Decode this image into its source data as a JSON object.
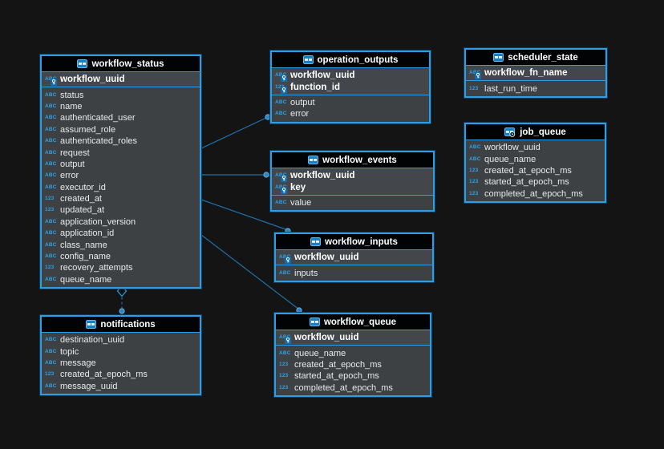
{
  "diagram": {
    "background_color": "#141414",
    "accent_color": "#2d9de4",
    "relation_line_color": "#2170a8",
    "table_header_color": "#020304",
    "row_background_color": "#3d4144"
  },
  "tables": [
    {
      "id": "workflow_status",
      "title": "workflow_status",
      "icon": "table-icon",
      "primary_keys": [
        {
          "name": "workflow_uuid",
          "type": "text"
        }
      ],
      "columns": [
        {
          "name": "status",
          "type": "text"
        },
        {
          "name": "name",
          "type": "text"
        },
        {
          "name": "authenticated_user",
          "type": "text"
        },
        {
          "name": "assumed_role",
          "type": "text"
        },
        {
          "name": "authenticated_roles",
          "type": "text"
        },
        {
          "name": "request",
          "type": "text"
        },
        {
          "name": "output",
          "type": "text"
        },
        {
          "name": "error",
          "type": "text"
        },
        {
          "name": "executor_id",
          "type": "text"
        },
        {
          "name": "created_at",
          "type": "number"
        },
        {
          "name": "updated_at",
          "type": "number"
        },
        {
          "name": "application_version",
          "type": "text"
        },
        {
          "name": "application_id",
          "type": "text"
        },
        {
          "name": "class_name",
          "type": "text"
        },
        {
          "name": "config_name",
          "type": "text"
        },
        {
          "name": "recovery_attempts",
          "type": "number"
        },
        {
          "name": "queue_name",
          "type": "text"
        }
      ]
    },
    {
      "id": "notifications",
      "title": "notifications",
      "icon": "table-icon",
      "primary_keys": [],
      "columns": [
        {
          "name": "destination_uuid",
          "type": "text"
        },
        {
          "name": "topic",
          "type": "text"
        },
        {
          "name": "message",
          "type": "text"
        },
        {
          "name": "created_at_epoch_ms",
          "type": "number"
        },
        {
          "name": "message_uuid",
          "type": "text"
        }
      ]
    },
    {
      "id": "operation_outputs",
      "title": "operation_outputs",
      "icon": "table-icon",
      "primary_keys": [
        {
          "name": "workflow_uuid",
          "type": "text"
        },
        {
          "name": "function_id",
          "type": "number"
        }
      ],
      "columns": [
        {
          "name": "output",
          "type": "text"
        },
        {
          "name": "error",
          "type": "text"
        }
      ]
    },
    {
      "id": "workflow_events",
      "title": "workflow_events",
      "icon": "table-icon",
      "primary_keys": [
        {
          "name": "workflow_uuid",
          "type": "text"
        },
        {
          "name": "key",
          "type": "text"
        }
      ],
      "columns": [
        {
          "name": "value",
          "type": "text"
        }
      ]
    },
    {
      "id": "workflow_inputs",
      "title": "workflow_inputs",
      "icon": "table-icon",
      "primary_keys": [
        {
          "name": "workflow_uuid",
          "type": "text"
        }
      ],
      "columns": [
        {
          "name": "inputs",
          "type": "text"
        }
      ]
    },
    {
      "id": "workflow_queue",
      "title": "workflow_queue",
      "icon": "table-icon",
      "primary_keys": [
        {
          "name": "workflow_uuid",
          "type": "text"
        }
      ],
      "columns": [
        {
          "name": "queue_name",
          "type": "text"
        },
        {
          "name": "created_at_epoch_ms",
          "type": "number"
        },
        {
          "name": "started_at_epoch_ms",
          "type": "number"
        },
        {
          "name": "completed_at_epoch_ms",
          "type": "number"
        }
      ]
    },
    {
      "id": "scheduler_state",
      "title": "scheduler_state",
      "icon": "table-icon",
      "primary_keys": [
        {
          "name": "workflow_fn_name",
          "type": "text"
        }
      ],
      "columns": [
        {
          "name": "last_run_time",
          "type": "number"
        }
      ]
    },
    {
      "id": "job_queue",
      "title": "job_queue",
      "icon": "table-clock-icon",
      "primary_keys": [],
      "columns": [
        {
          "name": "workflow_uuid",
          "type": "text"
        },
        {
          "name": "queue_name",
          "type": "text"
        },
        {
          "name": "created_at_epoch_ms",
          "type": "number"
        },
        {
          "name": "started_at_epoch_ms",
          "type": "number"
        },
        {
          "name": "completed_at_epoch_ms",
          "type": "number"
        }
      ]
    }
  ],
  "relations": [
    {
      "from": "workflow_status",
      "to": "operation_outputs",
      "style": "solid"
    },
    {
      "from": "workflow_status",
      "to": "workflow_events",
      "style": "solid"
    },
    {
      "from": "workflow_status",
      "to": "workflow_inputs",
      "style": "solid"
    },
    {
      "from": "workflow_status",
      "to": "workflow_queue",
      "style": "solid"
    },
    {
      "from": "workflow_status",
      "to": "notifications",
      "style": "dashed"
    }
  ]
}
